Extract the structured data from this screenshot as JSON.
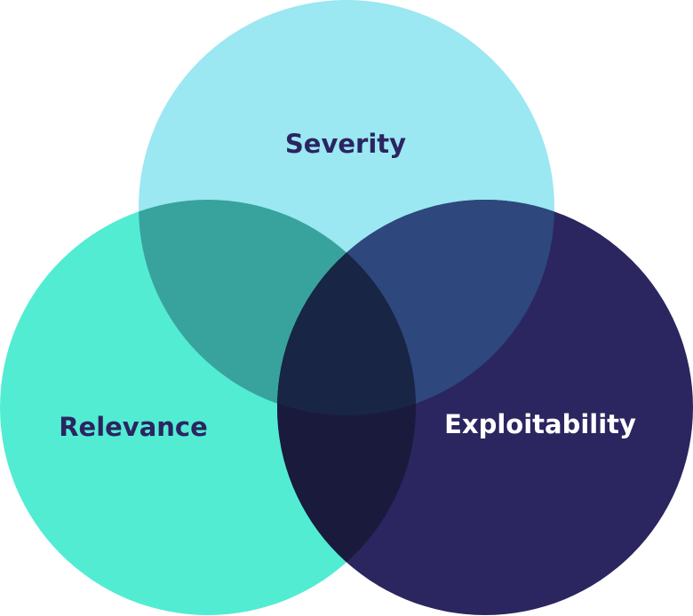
{
  "diagram": {
    "sets": [
      {
        "key": "relevance",
        "label": "Relevance",
        "color": "#52ecd3",
        "label_color": "#2a2560"
      },
      {
        "key": "severity",
        "label": "Severity",
        "color": "#9be7f2",
        "label_color": "#2a2560"
      },
      {
        "key": "exploitability",
        "label": "Exploitability",
        "color": "#2b2560",
        "label_color": "#ffffff"
      }
    ],
    "overlaps": {
      "relevance_severity": "#38a39c",
      "severity_exploitability": "#2e477d",
      "relevance_exploitability": "#1a1a3d",
      "all_three": "#182544"
    }
  }
}
